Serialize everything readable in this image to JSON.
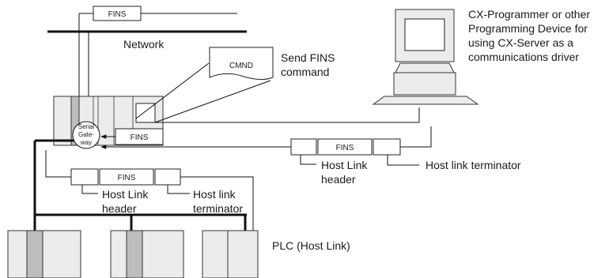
{
  "labels": {
    "network": "Network",
    "send_fins": [
      "Send FINS",
      "command"
    ],
    "cmnd": "CMND",
    "fins": "FINS",
    "serial_gateway": [
      "Serial",
      "Gate-",
      "way"
    ],
    "cx_programmer": [
      "CX-Programmer or other",
      "Programming Device for",
      "using CX-Server as a",
      "communications driver"
    ],
    "host_link_header": [
      "Host Link",
      "header"
    ],
    "host_link_terminator": "Host link terminator",
    "host_link_terminator_lower": [
      "Host link",
      "terminator"
    ],
    "plc": "PLC (Host Link)"
  },
  "colors": {
    "unit_fill": "#ececec",
    "shade_fill": "#bdbdbd",
    "line": "#111111"
  }
}
